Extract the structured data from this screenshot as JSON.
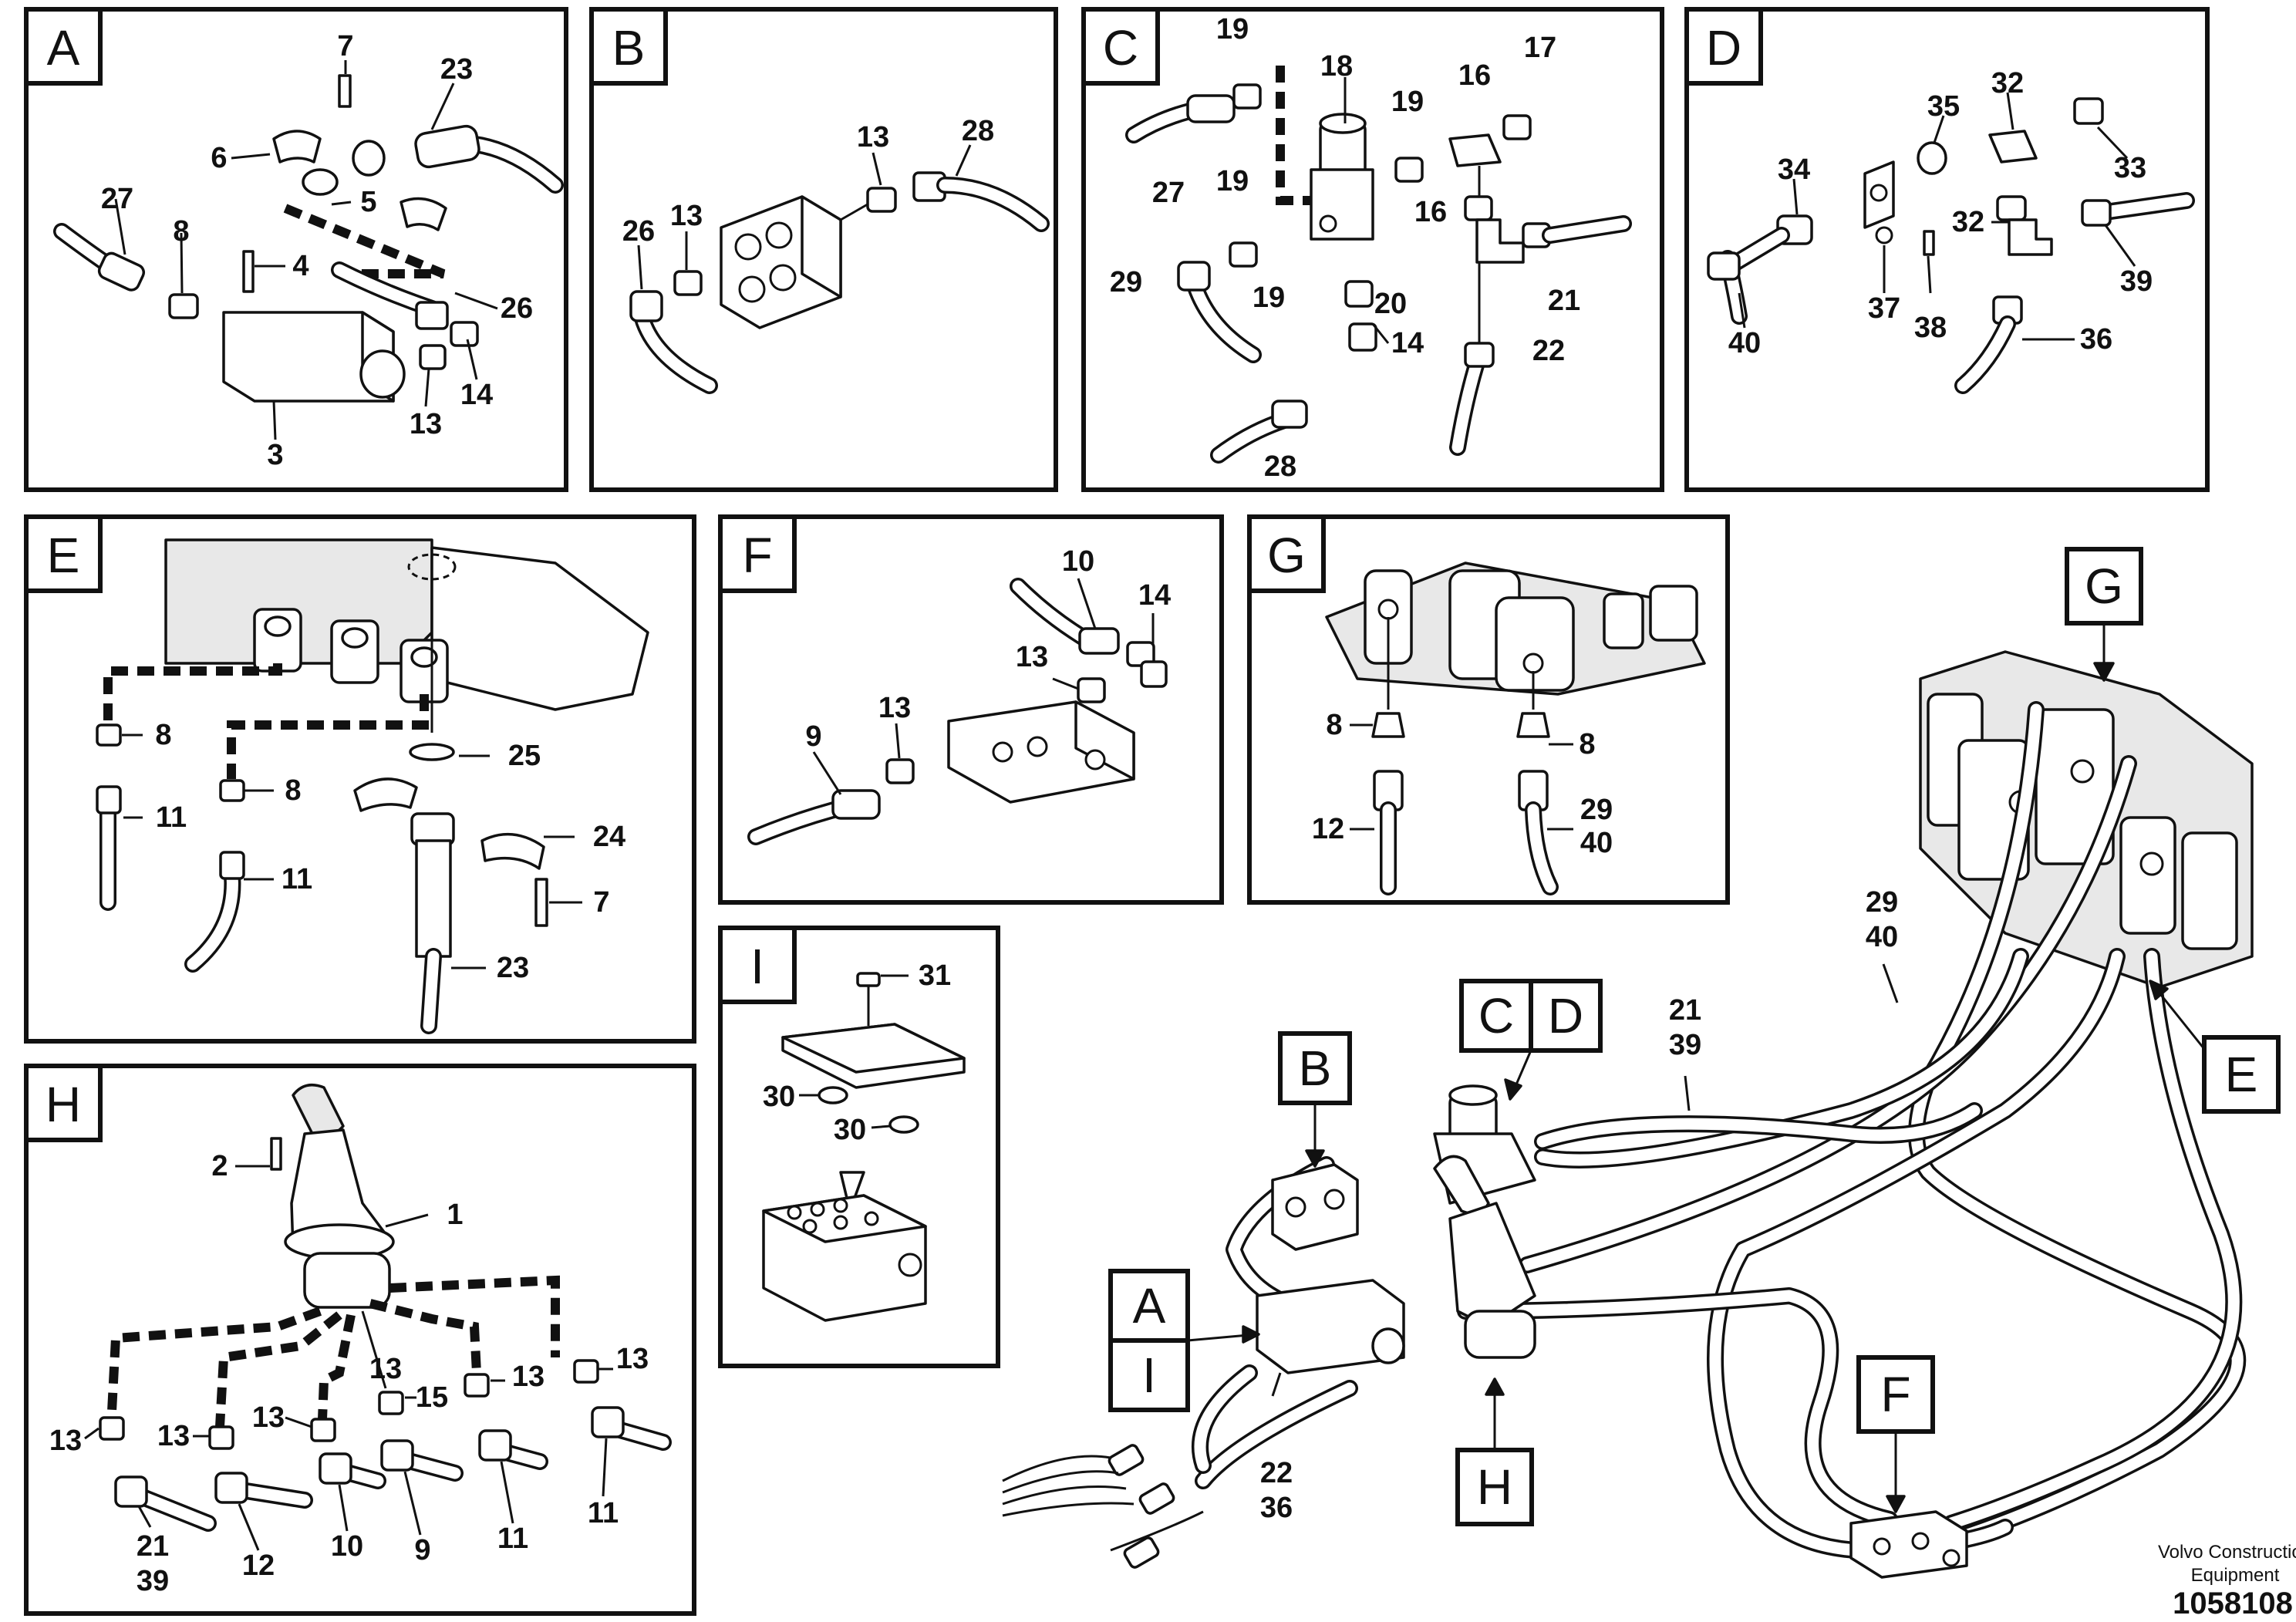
{
  "panels": {
    "A": {
      "letter": "A",
      "callouts": [
        "7",
        "23",
        "6",
        "5",
        "27",
        "8",
        "4",
        "26",
        "14",
        "13",
        "3"
      ]
    },
    "B": {
      "letter": "B",
      "callouts": [
        "13",
        "28",
        "13",
        "26"
      ]
    },
    "C": {
      "letter": "C",
      "callouts": [
        "19",
        "18",
        "17",
        "19",
        "16",
        "27",
        "16",
        "19",
        "29",
        "20",
        "21",
        "19",
        "14",
        "22",
        "28"
      ]
    },
    "D": {
      "letter": "D",
      "callouts": [
        "35",
        "32",
        "34",
        "33",
        "32",
        "39",
        "37",
        "38",
        "36",
        "40"
      ]
    },
    "E": {
      "letter": "E",
      "callouts": [
        "8",
        "11",
        "8",
        "11",
        "25",
        "24",
        "7",
        "23"
      ]
    },
    "F": {
      "letter": "F",
      "callouts": [
        "10",
        "14",
        "13",
        "13",
        "9"
      ]
    },
    "G": {
      "letter": "G",
      "callouts": [
        "8",
        "8",
        "12",
        "29",
        "40"
      ]
    },
    "H": {
      "letter": "H",
      "callouts": [
        "2",
        "1",
        "13",
        "13",
        "13",
        "13",
        "15",
        "13",
        "13",
        "21",
        "39",
        "12",
        "10",
        "9",
        "11",
        "11"
      ]
    },
    "I": {
      "letter": "I",
      "callouts": [
        "31",
        "30",
        "30"
      ]
    }
  },
  "overview": {
    "callouts": [
      "G",
      "C",
      "D",
      "B",
      "A",
      "I",
      "E",
      "F",
      "H"
    ],
    "numbers": [
      "29",
      "40",
      "21",
      "39",
      "22",
      "36"
    ]
  },
  "footer": {
    "brand_line1": "Volvo Construction",
    "brand_line2": "Equipment",
    "doc_number": "1058108"
  }
}
